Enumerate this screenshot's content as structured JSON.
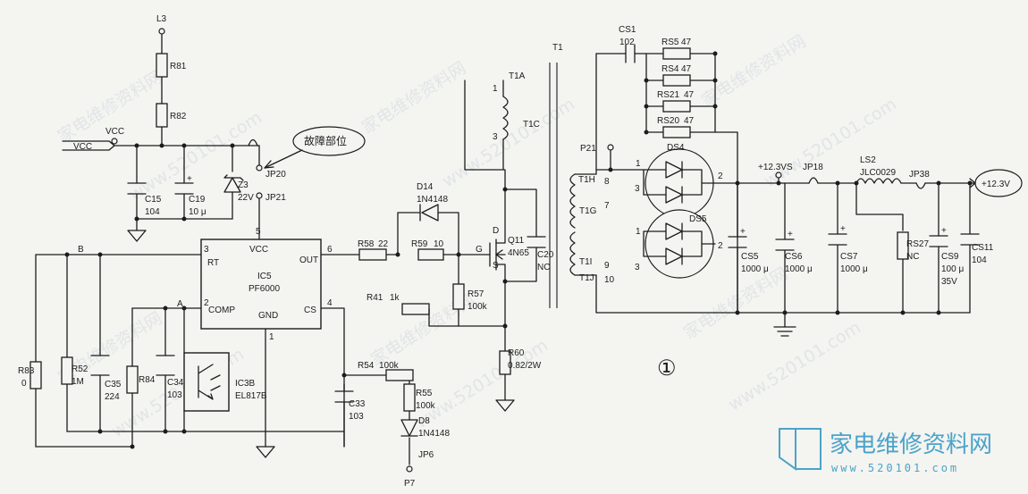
{
  "labels": {
    "L3": "L3",
    "R81": "R81",
    "R82": "R82",
    "VCC_NET": "VCC",
    "VCC_IN": "VCC",
    "C15": "C15",
    "C15v": "104",
    "C19": "C19",
    "C19v": "10 μ",
    "Z3": "Z3",
    "Z3v": "22V",
    "JP20": "JP20",
    "JP21": "JP21",
    "fault": "故障部位",
    "IC5": "IC5",
    "IC5v": "PF6000",
    "RT": "RT",
    "OUT": "OUT",
    "VCCp": "VCC",
    "COMP": "COMP",
    "GND": "GND",
    "CS": "CS",
    "p1": "1",
    "p2": "2",
    "p3": "3",
    "p4": "4",
    "p5": "5",
    "p6": "6",
    "B": "B",
    "A": "A",
    "R58": "R58",
    "R58v": "22",
    "R59": "R59",
    "R59v": "10",
    "D14": "D14",
    "D14v": "1N4148",
    "Q11": "Q11",
    "Q11v": "4N65",
    "D": "D",
    "G": "G",
    "S": "S",
    "C20": "C20",
    "C20v": "NC",
    "R57": "R57",
    "R57v": "100k",
    "R41": "R41",
    "R41v": "1k",
    "R60": "R60",
    "R60v": "0.82/2W",
    "R54": "R54",
    "R54v": "100k",
    "R55": "R55",
    "R55v": "100k",
    "D8": "D8",
    "D8v": "1N4148",
    "JP6": "JP6",
    "P7": "P7",
    "C33": "C33",
    "C33v": "103",
    "R83": "R83",
    "R83v": "0",
    "R52": "R52",
    "R52v": "1M",
    "C35": "C35",
    "C35v": "224",
    "R84": "R84",
    "C34": "C34",
    "C34v": "103",
    "IC3B": "IC3B",
    "IC3Bv": "EL817B",
    "T1": "T1",
    "T1A": "T1A",
    "T1C": "T1C",
    "tp1": "1",
    "tp3": "3",
    "T1H": "T1H",
    "T1G": "T1G",
    "T1I": "T1I",
    "T1J": "T1J",
    "tp8": "8",
    "tp7": "7",
    "tp9": "9",
    "tp10": "10",
    "P21": "P21",
    "CS1": "CS1",
    "CS1v": "102",
    "RS5": "RS5",
    "RS5v": "47",
    "RS4": "RS4",
    "RS4v": "47",
    "RS21": "RS21",
    "RS21v": "47",
    "RS20": "RS20",
    "RS20v": "47",
    "DS4": "DS4",
    "DS5": "DS5",
    "dp1a": "1",
    "dp2a": "2",
    "dp3a": "3",
    "dp1b": "1",
    "dp2b": "2",
    "dp3b": "3",
    "V12VS": "+12.3VS",
    "JP18": "JP18",
    "LS2": "LS2",
    "LS2v": "JLC0029",
    "JP38": "JP38",
    "OUTV": "+12.3V",
    "CS5": "CS5",
    "CS5v": "1000 μ",
    "CS6": "CS6",
    "CS6v": "1000 μ",
    "CS7": "CS7",
    "CS7v": "1000 μ",
    "RS27": "RS27",
    "RS27v": "NC",
    "CS9": "CS9",
    "CS9v": "100 μ",
    "CS9v2": "35V",
    "CS11": "CS11",
    "CS11v": "104",
    "circled": "①"
  },
  "watermark": {
    "text": "家电维修资料网",
    "url": "www.520101.com",
    "logo_cn": "家电维修资料网",
    "logo_url": "www.520101.com"
  },
  "colors": {
    "ink": "#1c1c1c",
    "paper": "#f4f4f1",
    "logo": "#4aa3c9"
  }
}
